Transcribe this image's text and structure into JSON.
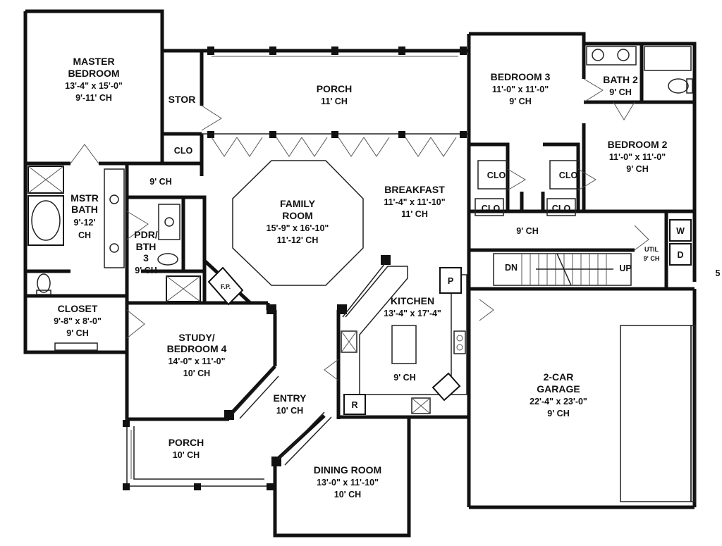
{
  "rooms": {
    "master_bedroom": {
      "name1": "MASTER",
      "name2": "BEDROOM",
      "dim": "13'-4\" x 15'-0\"",
      "ch": "9'-11' CH"
    },
    "stor": {
      "name": "STOR"
    },
    "porch_rear": {
      "name": "PORCH",
      "ch": "11' CH"
    },
    "bedroom3": {
      "name": "BEDROOM 3",
      "dim": "11'-0\" x 11'-0\"",
      "ch": "9' CH"
    },
    "bath2": {
      "name": "BATH 2",
      "ch": "9' CH"
    },
    "bedroom2": {
      "name": "BEDROOM 2",
      "dim": "11'-0\" x 11'-0\"",
      "ch": "9' CH"
    },
    "hall_left": {
      "ch": "9' CH"
    },
    "mstr_bath": {
      "name1": "MSTR",
      "name2": "BATH",
      "ch1": "9'-12'",
      "ch2": "CH"
    },
    "pdr_bth": {
      "name1": "PDR/",
      "name2": "BTH",
      "name3": "3",
      "ch": "9' CH"
    },
    "family_room": {
      "name1": "FAMILY",
      "name2": "ROOM",
      "dim": "15'-9\" x 16'-10\"",
      "ch": "11'-12' CH"
    },
    "breakfast": {
      "name": "BREAKFAST",
      "dim": "11'-4\" x 11'-10\"",
      "ch": "11' CH"
    },
    "hall_right": {
      "ch": "9' CH"
    },
    "util": {
      "name": "UTIL",
      "ch": "9' CH"
    },
    "closet": {
      "name": "CLOSET",
      "dim": "9'-8\" x 8'-0\"",
      "ch": "9' CH"
    },
    "study": {
      "name1": "STUDY/",
      "name2": "BEDROOM 4",
      "dim": "14'-0\" x 11'-0\"",
      "ch": "10' CH"
    },
    "kitchen": {
      "name": "KITCHEN",
      "dim": "13'-4\" x 17'-4\"",
      "ch": "9' CH"
    },
    "entry": {
      "name": "ENTRY",
      "ch": "10' CH"
    },
    "garage": {
      "name1": "2-CAR",
      "name2": "GARAGE",
      "dim": "22'-4\" x 23'-0\"",
      "ch": "9' CH"
    },
    "porch_front": {
      "name": "PORCH",
      "ch": "10' CH"
    },
    "dining_room": {
      "name": "DINING ROOM",
      "dim": "13'-0\" x 11'-10\"",
      "ch": "10' CH"
    }
  },
  "fixtures": {
    "clo": "CLO",
    "w": "W",
    "d": "D",
    "dn": "DN",
    "up": "UP",
    "p": "P",
    "r": "R",
    "fp": "F.P."
  },
  "edge_mark": "5"
}
